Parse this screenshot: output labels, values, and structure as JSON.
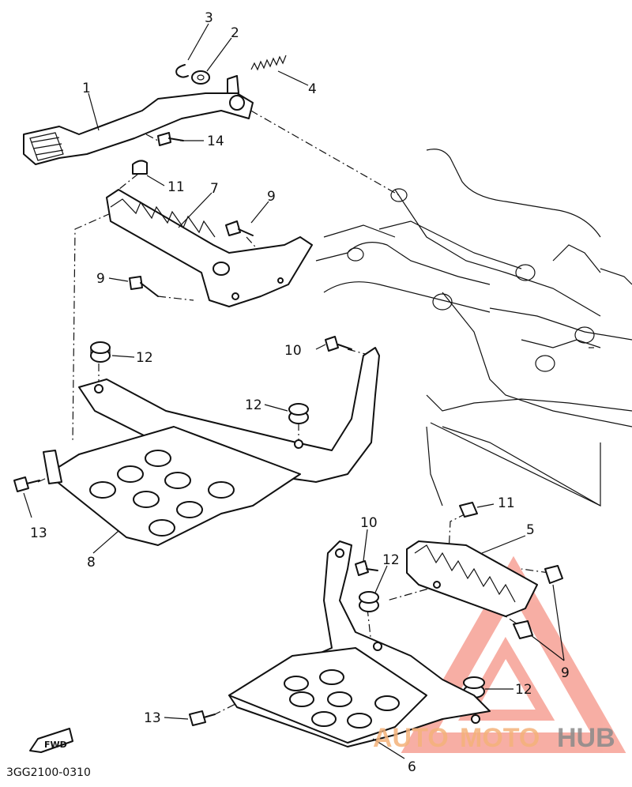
{
  "callouts": {
    "c1": "1",
    "c2": "2",
    "c3": "3",
    "c4": "4",
    "c5": "5",
    "c6": "6",
    "c7": "7",
    "c8": "8",
    "c9a": "9",
    "c9b": "9",
    "c9c": "9",
    "c10a": "10",
    "c10b": "10",
    "c11a": "11",
    "c11b": "11",
    "c12a": "12",
    "c12b": "12",
    "c12c": "12",
    "c12d": "12",
    "c13a": "13",
    "c13b": "13",
    "c14": "14"
  },
  "fwd_label": "FWD",
  "diagram_code": "3GG2100-0310",
  "watermark": {
    "part1": "AUTO",
    "part2": "MOTO",
    "part3": "HUB",
    "accent": "#f26d5b",
    "gray": "#8a8a8a"
  }
}
